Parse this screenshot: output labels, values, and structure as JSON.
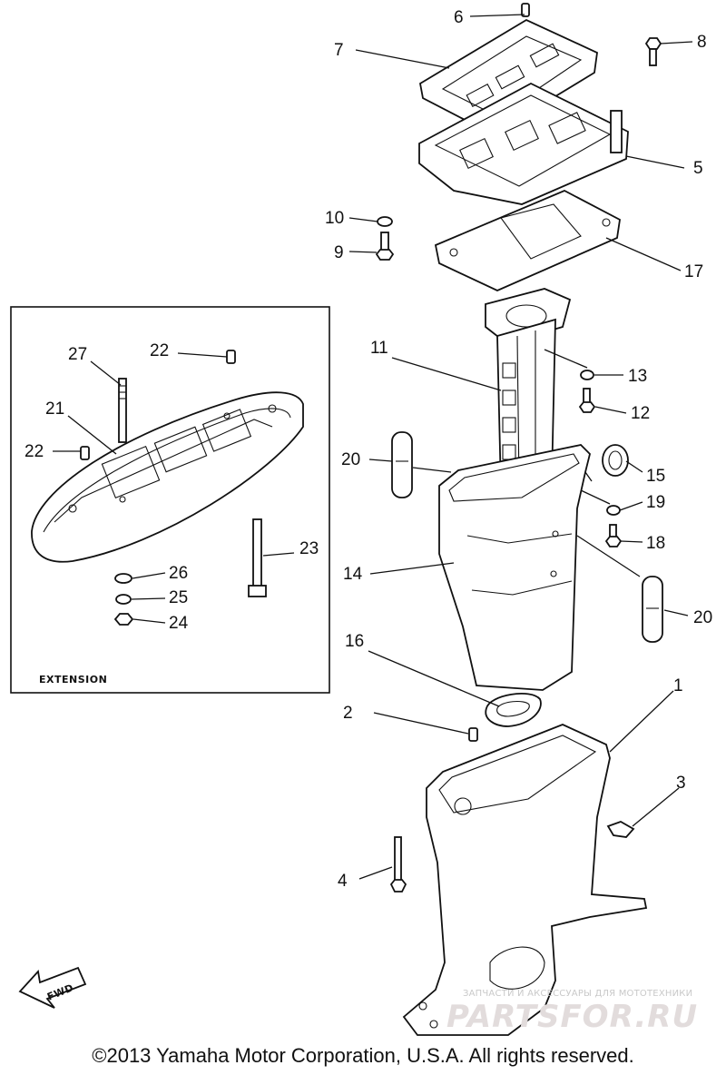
{
  "callouts": [
    "1",
    "2",
    "3",
    "4",
    "5",
    "6",
    "7",
    "8",
    "9",
    "10",
    "11",
    "12",
    "13",
    "14",
    "15",
    "16",
    "17",
    "18",
    "19",
    "20",
    "20",
    "21",
    "22",
    "22",
    "23",
    "24",
    "25",
    "26",
    "27"
  ],
  "inset_label": "EXTENSION",
  "direction_label": "FWD",
  "copyright": "©2013 Yamaha Motor Corporation, U.S.A. All rights reserved.",
  "watermark": {
    "tagline": "ЗАПЧАСТИ И АКСЕССУАРЫ ДЛЯ МОТОТЕХНИКИ",
    "brand": "PARTSFOR.RU"
  }
}
